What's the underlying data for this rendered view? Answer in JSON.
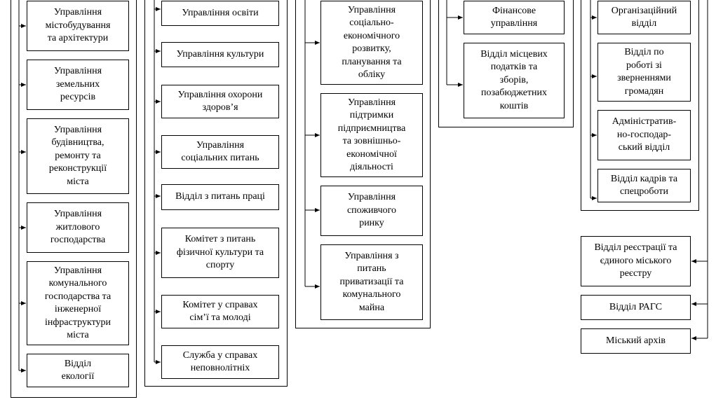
{
  "groups": {
    "group1": [
      "Управління\nмістобудування\nта архітектури",
      "Управління\nземельних\nресурсів",
      "Управління\nбудівництва,\nремонту та\nреконструкції\nміста",
      "Управління\nжитлового\nгосподарства",
      "Управління\nкомунального\nгосподарства та\nінженерної\nінфраструктури\nміста",
      "Відділ\nекології"
    ],
    "group2": [
      "Управління освіти",
      "Управління культури",
      "Управління охорони\nздоров’я",
      "Управління\nсоціальних питань",
      "Відділ з питань праці",
      "Комітет з питань\nфізичної культури та\nспорту",
      "Комітет у справах\nсім’ї та молоді",
      "Служба у справах\nнеповнолітніх"
    ],
    "group3": [
      "Управління\nсоціально-\nекономічного\nрозвитку,\nпланування та\nобліку",
      "Управління\nпідтримки\nпідприємництва\nта зовнішньо-\nекономічної\nдіяльності",
      "Управління\nспоживчого\nринку",
      "Управління з\nпитань\nприватизації та\nкомунального\nмайна"
    ],
    "group4": [
      "Фінансове\nуправління",
      "Відділ місцевих\nподатків та\nзборів,\nпозабюджетних\nкоштів"
    ],
    "group5": [
      "Організаційний\nвідділ",
      "Відділ по\nроботі зі\nзверненнями\nгромадян",
      "Адміністратив-\nно-господар-\nський відділ",
      "Відділ кадрів та\nспецроботи"
    ],
    "standalone": [
      "Відділ реєстрації та\nєдиного міського\nреєстру",
      "Відділ РАГС",
      "Міський архів"
    ]
  }
}
